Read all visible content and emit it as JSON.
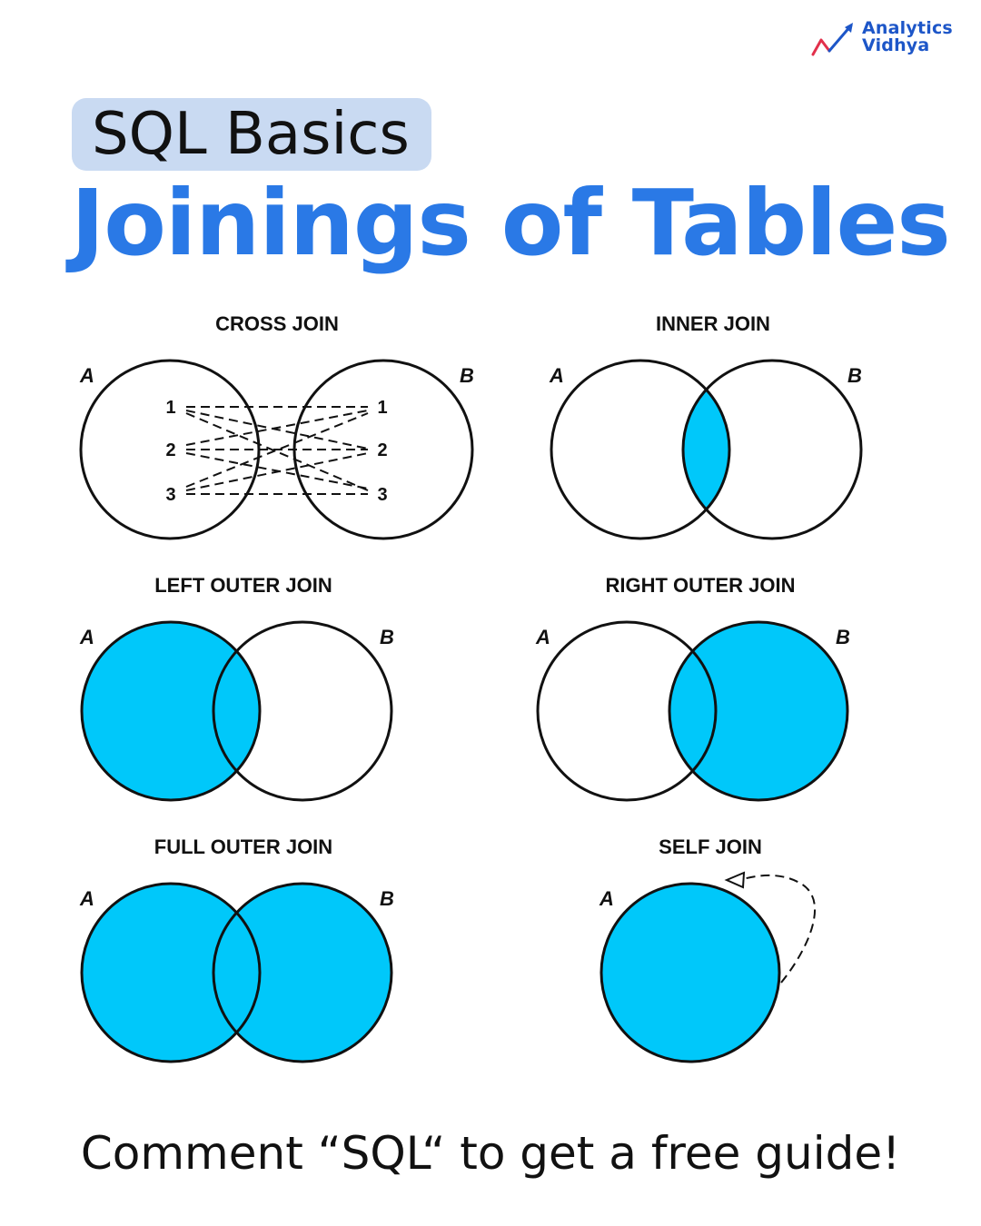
{
  "brand": {
    "line1": "Analytics",
    "line2": "Vidhya",
    "accent": "#1d56c8",
    "mark_red": "#e2304b"
  },
  "header": {
    "badge": "SQL Basics",
    "title": "Joinings of Tables",
    "badge_color": "#c9daf2",
    "title_color": "#2a79e6"
  },
  "joins": {
    "cross": {
      "title": "CROSS JOIN",
      "a": "A",
      "b": "B",
      "left_rows": [
        "1",
        "2",
        "3"
      ],
      "right_rows": [
        "1",
        "2",
        "3"
      ]
    },
    "inner": {
      "title": "INNER JOIN",
      "a": "A",
      "b": "B"
    },
    "left": {
      "title": "LEFT OUTER JOIN",
      "a": "A",
      "b": "B"
    },
    "right": {
      "title": "RIGHT OUTER JOIN",
      "a": "A",
      "b": "B"
    },
    "full": {
      "title": "FULL OUTER JOIN",
      "a": "A",
      "b": "B"
    },
    "self": {
      "title": "SELF JOIN",
      "a": "A"
    }
  },
  "fill_color": "#00c8fa",
  "footer": {
    "cta": "Comment “SQL“ to get a free guide!"
  }
}
